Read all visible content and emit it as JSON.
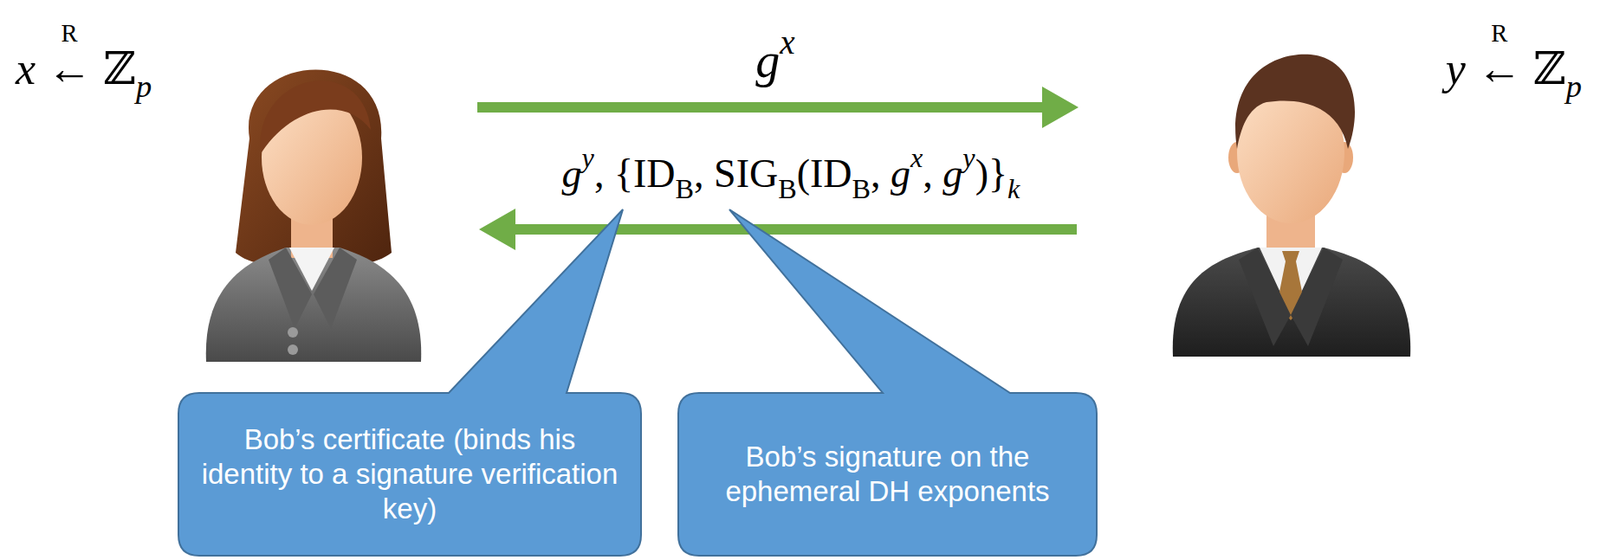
{
  "diagram": {
    "nodes": [
      {
        "text": [
          "Bob’s certificate (binds his identity to a signature verification key)"
        ]
      },
      {
        "text": [
          "Bob’s signature on the ephemeral DH exponents"
        ]
      }
    ],
    "labels": [
      "x ←R ℤp",
      "gx",
      "y ←R ℤp",
      "gy, {IDB, SIGB(IDB, gx, gy)}k"
    ]
  }
}
